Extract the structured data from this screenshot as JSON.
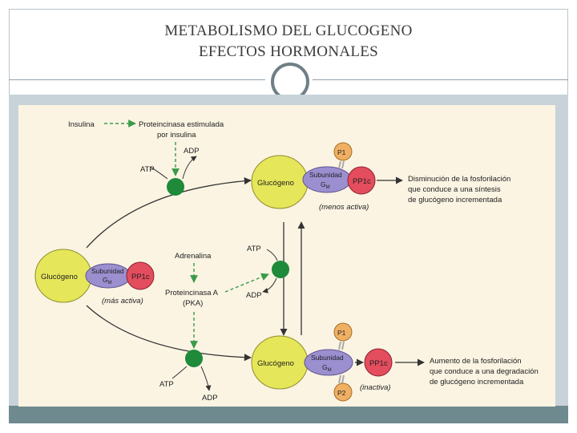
{
  "slide": {
    "title_line1": "METABOLISMO DEL GLUCOGENO",
    "title_line2": "EFECTOS HORMONALES"
  },
  "diagram": {
    "insulina": "Insulina",
    "proteincinasa_insulina_1": "Proteincinasa estimulada",
    "proteincinasa_insulina_2": "por insulina",
    "atp": "ATP",
    "adp": "ADP",
    "adrenalina": "Adrenalina",
    "pka_1": "Proteincinasa A",
    "pka_2": "(PKA)",
    "glucogeno": "Glucógeno",
    "subunidad": "Subunidad",
    "gm": "G",
    "gm_sub": "M",
    "pp1c": "PP1c",
    "p1": "P1",
    "p2": "P2",
    "mas_activa": "(más activa)",
    "menos_activa": "(menos activa)",
    "inactiva": "(inactiva)",
    "result_top_1": "Disminución de la fosforilación",
    "result_top_2": "que conduce a una síntesis",
    "result_top_3": "de glucógeno incrementada",
    "result_bottom_1": "Aumento de la fosforilación",
    "result_bottom_2": "que conduce a una degradación",
    "result_bottom_3": "de glucógeno incrementada"
  },
  "colors": {
    "glycogen": "#e6e65a",
    "subunit": "#9b8fd0",
    "pp1c": "#e34d5e",
    "phosphate": "#f0b064",
    "kinase_node": "#1e8a3a",
    "figure_bg": "#fbf4e3"
  }
}
